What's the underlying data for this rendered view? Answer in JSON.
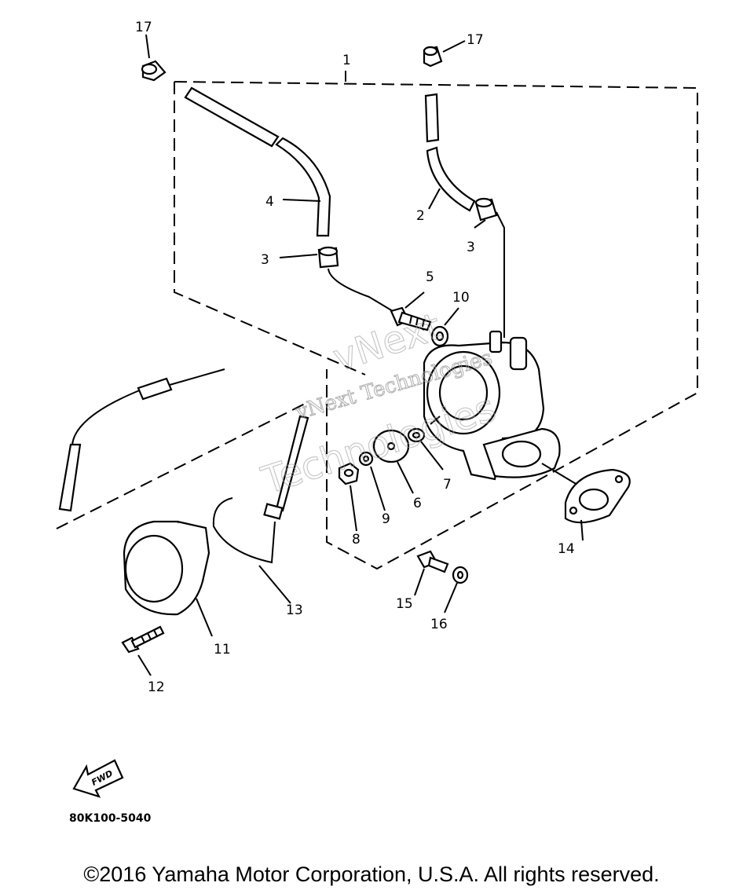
{
  "diagram": {
    "callouts": {
      "p1": "1",
      "p2": "2",
      "p3a": "3",
      "p3b": "3",
      "p4": "4",
      "p5": "5",
      "p6": "6",
      "p7": "7",
      "p8": "8",
      "p9": "9",
      "p10": "10",
      "p11": "11",
      "p12": "12",
      "p13": "13",
      "p14": "14",
      "p15": "15",
      "p16": "16",
      "p17a": "17",
      "p17b": "17"
    },
    "watermark": {
      "line1": "vNext Technologies",
      "line2a": "vNext",
      "line2b": "Technologies"
    },
    "fwd_label": "FWD",
    "drawing_code": "80K100-5040"
  },
  "copyright": "©2016 Yamaha Motor Corporation, U.S.A. All rights reserved."
}
